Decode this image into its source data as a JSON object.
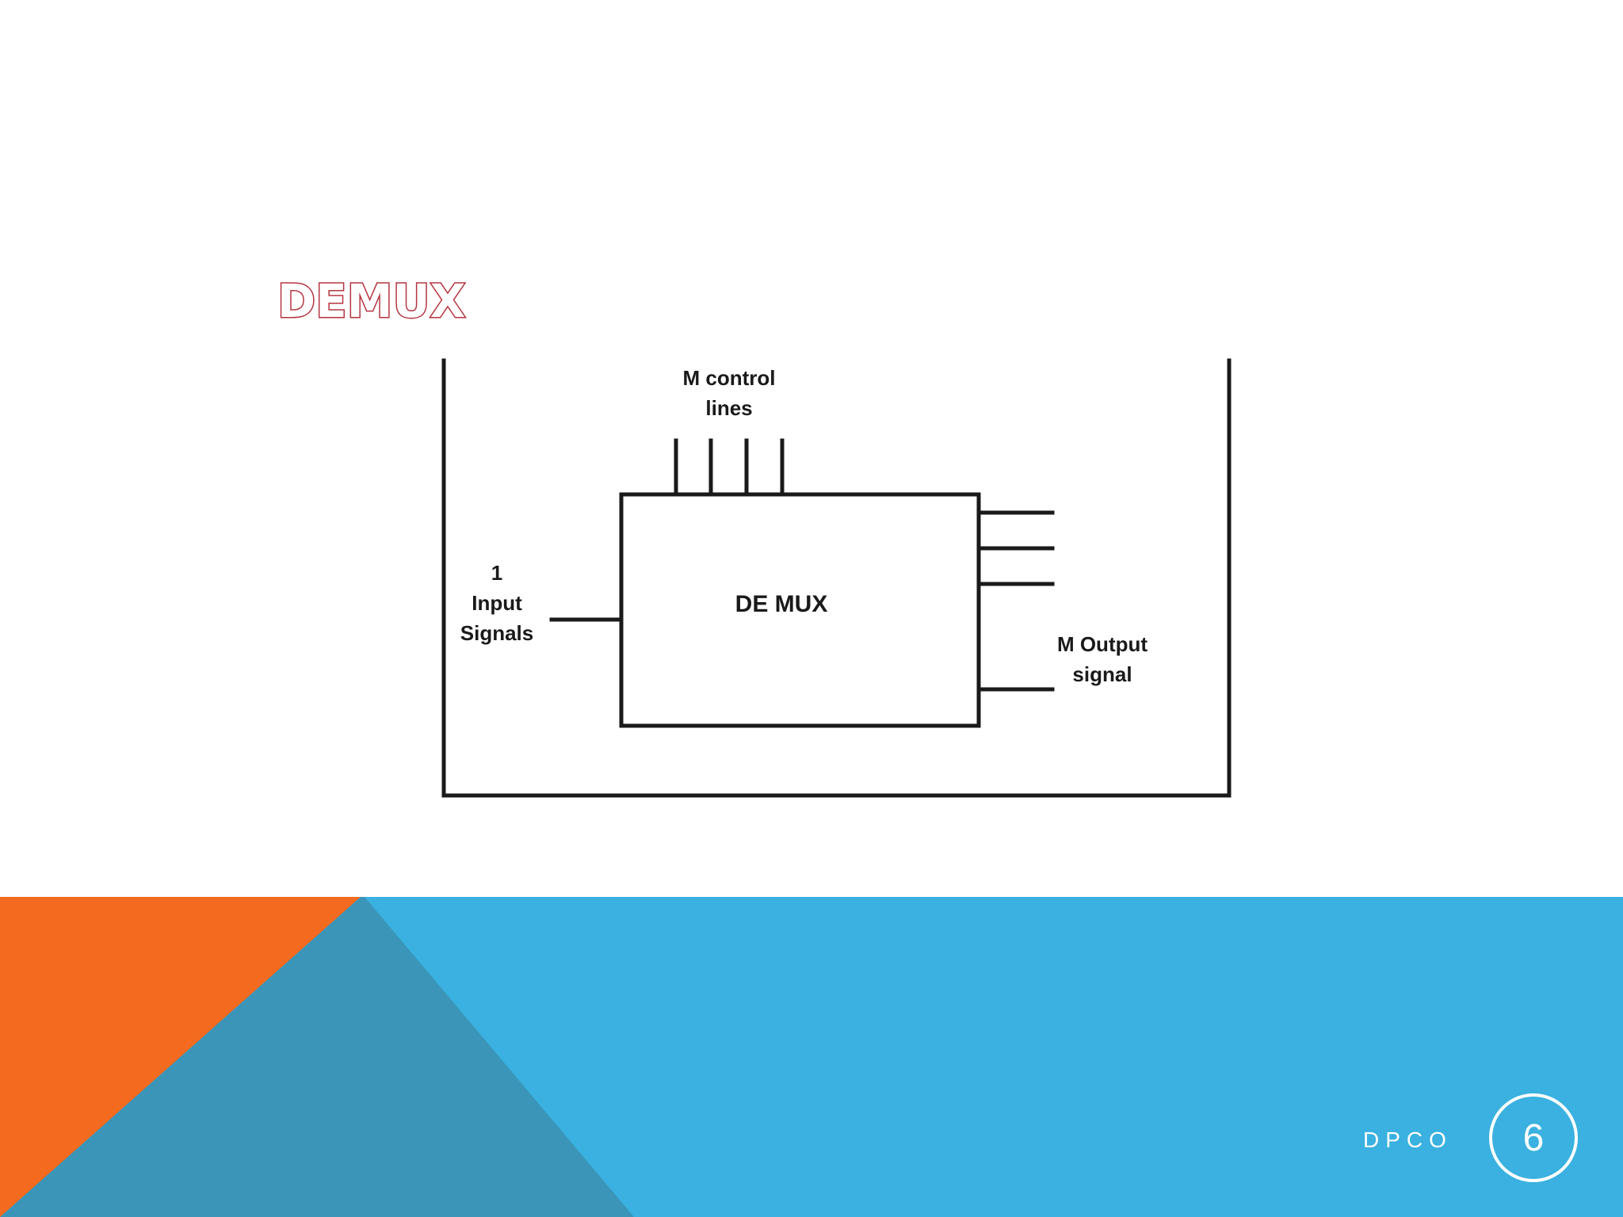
{
  "slide": {
    "title": "DEMUX",
    "footer_text": "DPCO",
    "page_number": "6"
  },
  "diagram": {
    "block_label": "DE MUX",
    "control_label_line1": "M control",
    "control_label_line2": "lines",
    "input_label_line1": "1",
    "input_label_line2": "Input",
    "input_label_line3": "Signals",
    "output_label_line1": "M Output",
    "output_label_line2": "signal"
  },
  "colors": {
    "orange": "#f46a1f",
    "sky_blue": "#3ab1e0",
    "steel_blue": "#3a95b8",
    "title_outline": "#b5333f"
  }
}
